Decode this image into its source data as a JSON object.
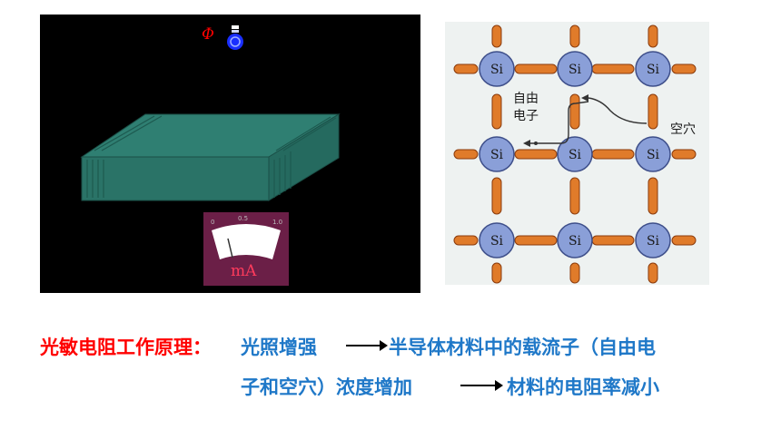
{
  "left_panel": {
    "phi_symbol": "Φ",
    "meter": {
      "tick_0": "0",
      "tick_mid": "0.5",
      "tick_max": "1.0",
      "unit": "mA"
    }
  },
  "right_panel": {
    "atom_label": "Si",
    "free_electron_label_line1": "自由",
    "free_electron_label_line2": "电子",
    "hole_label": "空穴"
  },
  "caption": {
    "title": "光敏电阻工作原理：",
    "step1": "光照增强",
    "step2": "半导体材料中的载流子（自由电",
    "step2_cont": "子和空穴）浓度增加",
    "step3": "材料的电阻率减小"
  },
  "colors": {
    "caption_title": "#ff0000",
    "caption_text": "#1f78c8",
    "slab": "#2f7f72",
    "atom": "#8a9fd8",
    "bond": "#e07b2a"
  }
}
